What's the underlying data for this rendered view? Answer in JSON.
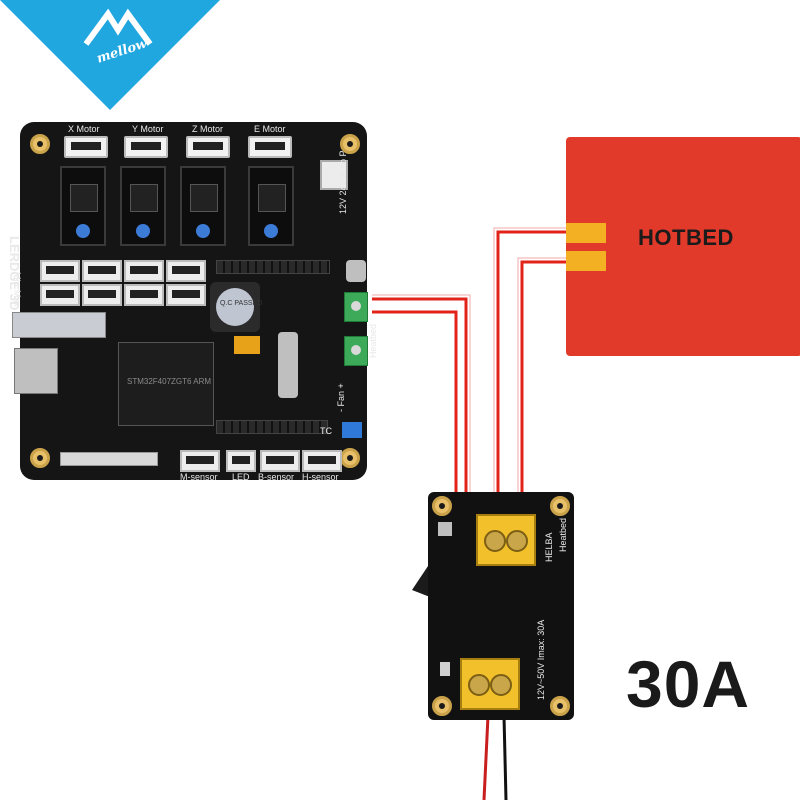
{
  "brand": {
    "name": "mellow"
  },
  "board": {
    "name": "LERDGE 3D",
    "motor_labels": [
      "X Motor",
      "Y Motor",
      "Z Motor",
      "E Motor"
    ],
    "bottom_labels": [
      "M-sensor",
      "LED",
      "B-sensor",
      "H-sensor"
    ],
    "side_labels": [
      "Min",
      "Max"
    ],
    "qc_label": "Q.C PASSED",
    "cpu_label": "STM32F407ZGT6 ARM",
    "power_label": "12V 24V Auto P",
    "fan_label": "- Fan +",
    "heatbed_terminal_label": "Heatbed",
    "tc_label": "TC"
  },
  "hotbed": {
    "label": "HOTBED"
  },
  "mosfet_module": {
    "top_label": "Heatbed",
    "brand_label": "HELBA",
    "spec_label": "12V~50V Imax: 30A"
  },
  "rating_label": "30A",
  "colors": {
    "hotbed": "#e23a2a",
    "wire": "#e2231a",
    "logo_blue": "#21a7e0",
    "board": "#151515"
  }
}
